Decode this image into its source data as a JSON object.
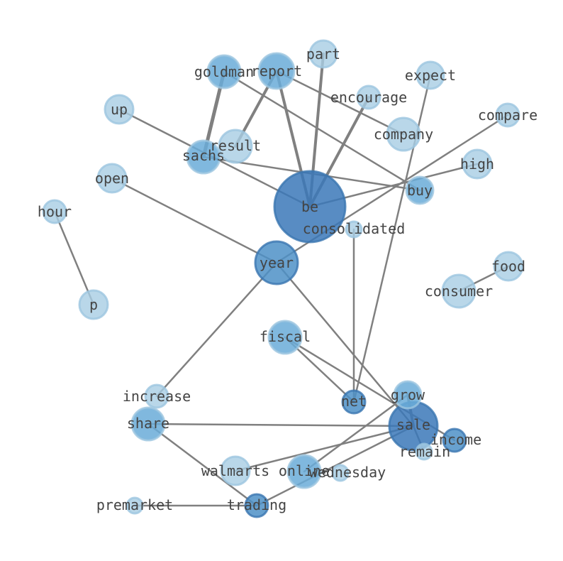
{
  "graph": {
    "nodes": [
      {
        "id": "be",
        "label": "be",
        "tone": 5
      },
      {
        "id": "sale",
        "label": "sale",
        "tone": 5
      },
      {
        "id": "year",
        "label": "year",
        "tone": 4
      },
      {
        "id": "report",
        "label": "report",
        "tone": 3
      },
      {
        "id": "goldman",
        "label": "goldman",
        "tone": 3
      },
      {
        "id": "sachs",
        "label": "sachs",
        "tone": 3
      },
      {
        "id": "fiscal",
        "label": "fiscal",
        "tone": 3
      },
      {
        "id": "buy",
        "label": "buy",
        "tone": 3
      },
      {
        "id": "share",
        "label": "share",
        "tone": 3
      },
      {
        "id": "grow",
        "label": "grow",
        "tone": 3
      },
      {
        "id": "online",
        "label": "online",
        "tone": 3
      },
      {
        "id": "net",
        "label": "net",
        "tone": 4
      },
      {
        "id": "income",
        "label": "income",
        "tone": 4
      },
      {
        "id": "trading",
        "label": "trading",
        "tone": 4
      },
      {
        "id": "part",
        "label": "part",
        "tone": 1
      },
      {
        "id": "expect",
        "label": "expect",
        "tone": 1
      },
      {
        "id": "encourage",
        "label": "encourage",
        "tone": 1
      },
      {
        "id": "up",
        "label": "up",
        "tone": 1
      },
      {
        "id": "compare",
        "label": "compare",
        "tone": 1
      },
      {
        "id": "result",
        "label": "result",
        "tone": 1
      },
      {
        "id": "company",
        "label": "company",
        "tone": 1
      },
      {
        "id": "high",
        "label": "high",
        "tone": 1
      },
      {
        "id": "open",
        "label": "open",
        "tone": 1
      },
      {
        "id": "hour",
        "label": "hour",
        "tone": 1
      },
      {
        "id": "consolidated",
        "label": "consolidated",
        "tone": 1
      },
      {
        "id": "food",
        "label": "food",
        "tone": 1
      },
      {
        "id": "consumer",
        "label": "consumer",
        "tone": 1
      },
      {
        "id": "p",
        "label": "p",
        "tone": 1
      },
      {
        "id": "increase",
        "label": "increase",
        "tone": 1
      },
      {
        "id": "remain",
        "label": "remain",
        "tone": 1
      },
      {
        "id": "walmarts",
        "label": "walmarts",
        "tone": 1
      },
      {
        "id": "wednesday",
        "label": "wednesday",
        "tone": 1
      },
      {
        "id": "premarket",
        "label": "premarket",
        "tone": 1
      }
    ],
    "edges": [
      {
        "source": "goldman",
        "target": "sachs",
        "weight": 5
      },
      {
        "source": "report",
        "target": "be",
        "weight": 4
      },
      {
        "source": "report",
        "target": "result",
        "weight": 4
      },
      {
        "source": "part",
        "target": "be",
        "weight": 4
      },
      {
        "source": "encourage",
        "target": "be",
        "weight": 4
      },
      {
        "source": "up",
        "target": "be",
        "weight": 2.5
      },
      {
        "source": "sachs",
        "target": "buy",
        "weight": 2.5
      },
      {
        "source": "goldman",
        "target": "buy",
        "weight": 2.5
      },
      {
        "source": "report",
        "target": "company",
        "weight": 2.5
      },
      {
        "source": "be",
        "target": "high",
        "weight": 2.5
      },
      {
        "source": "compare",
        "target": "year",
        "weight": 2.5
      },
      {
        "source": "open",
        "target": "year",
        "weight": 2.5
      },
      {
        "source": "hour",
        "target": "p",
        "weight": 2.5
      },
      {
        "source": "expect",
        "target": "net",
        "weight": 2.5
      },
      {
        "source": "year",
        "target": "increase",
        "weight": 2.5
      },
      {
        "source": "year",
        "target": "sale",
        "weight": 2.5
      },
      {
        "source": "consolidated",
        "target": "net",
        "weight": 2.5
      },
      {
        "source": "food",
        "target": "consumer",
        "weight": 2.5
      },
      {
        "source": "fiscal",
        "target": "net",
        "weight": 2.5
      },
      {
        "source": "fiscal",
        "target": "income",
        "weight": 2.5
      },
      {
        "source": "grow",
        "target": "sale",
        "weight": 4
      },
      {
        "source": "grow",
        "target": "online",
        "weight": 2.5
      },
      {
        "source": "share",
        "target": "sale",
        "weight": 2.5
      },
      {
        "source": "share",
        "target": "trading",
        "weight": 2.5
      },
      {
        "source": "sale",
        "target": "walmarts",
        "weight": 2.5
      },
      {
        "source": "sale",
        "target": "remain",
        "weight": 2.5
      },
      {
        "source": "premarket",
        "target": "trading",
        "weight": 2.5
      },
      {
        "source": "trading",
        "target": "sale",
        "weight": 2.5
      }
    ]
  },
  "colors": {
    "1": "#a7cde3",
    "3": "#6aabd8",
    "4": "#4d90c7",
    "5": "#3b78b8",
    "stroke_light": "#9cc6e0",
    "stroke_dark": "#3a75b0",
    "edge": "#808080",
    "label": "#444444"
  }
}
